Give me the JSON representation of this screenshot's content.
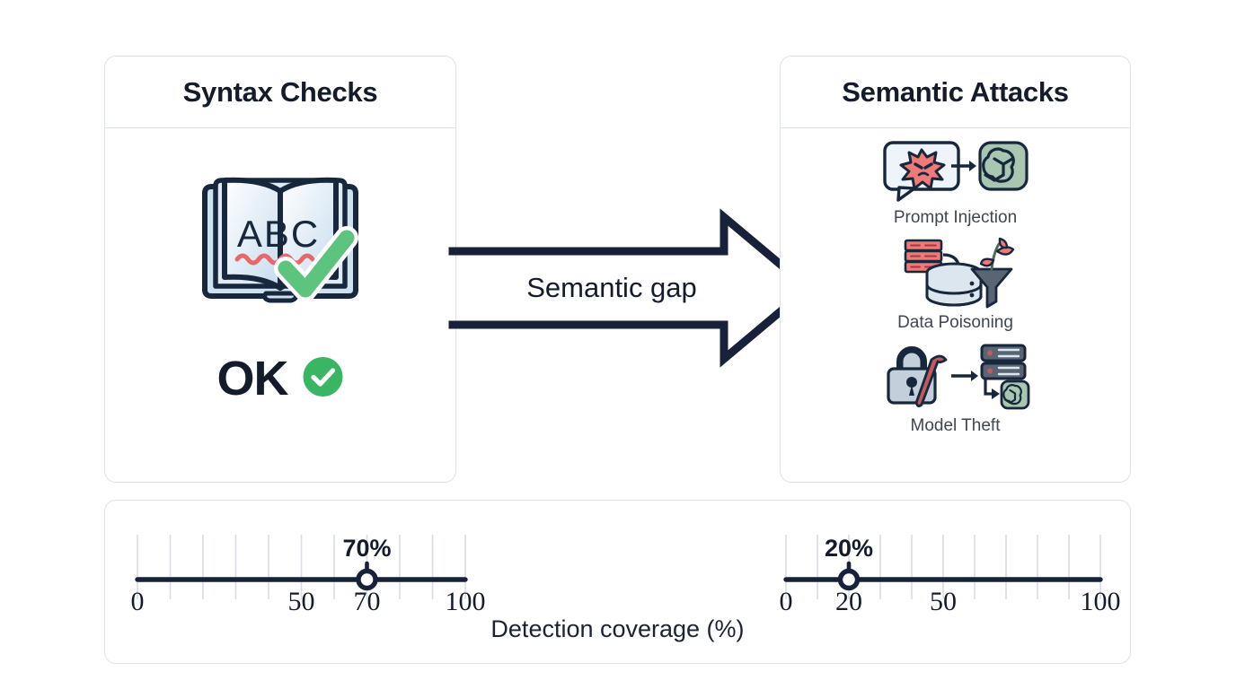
{
  "left_card": {
    "title": "Syntax Checks",
    "icon": "spellcheck-book-icon",
    "status_text": "OK",
    "status_icon": "green-check-badge-icon"
  },
  "right_card": {
    "title": "Semantic Attacks",
    "items": [
      {
        "label": "Prompt Injection",
        "icon": "prompt-injection-icon"
      },
      {
        "label": "Data Poisoning",
        "icon": "data-poisoning-icon"
      },
      {
        "label": "Model Theft",
        "icon": "model-theft-icon"
      }
    ]
  },
  "arrow": {
    "label": "Semantic gap",
    "icon": "block-arrow-right-icon"
  },
  "gauges": {
    "caption": "Detection coverage (%)",
    "left": {
      "value": 70,
      "value_label": "70%",
      "tick_labels": [
        "0",
        "50",
        "70",
        "100"
      ],
      "tick_values": [
        0,
        50,
        70,
        100
      ]
    },
    "right": {
      "value": 20,
      "value_label": "20%",
      "tick_labels": [
        "0",
        "20",
        "50",
        "100"
      ],
      "tick_values": [
        0,
        20,
        50,
        100
      ]
    }
  },
  "chart_data": {
    "type": "bar",
    "title": "Detection coverage (%)",
    "xlabel": "Detection coverage (%)",
    "ylabel": "",
    "categories": [
      "Syntax Checks",
      "Semantic Attacks"
    ],
    "values": [
      70,
      20
    ],
    "xlim": [
      0,
      100
    ],
    "grid": true,
    "legend": "none",
    "annotations": [
      "70%",
      "20%"
    ]
  },
  "colors": {
    "ink": "#141c2b",
    "border": "#dde3e9",
    "label": "#3f4652",
    "green": "#3ab563",
    "red": "#e8686a",
    "sage": "#a8c6b0",
    "slate": "#5a6573",
    "paper": "#eef4f9"
  }
}
